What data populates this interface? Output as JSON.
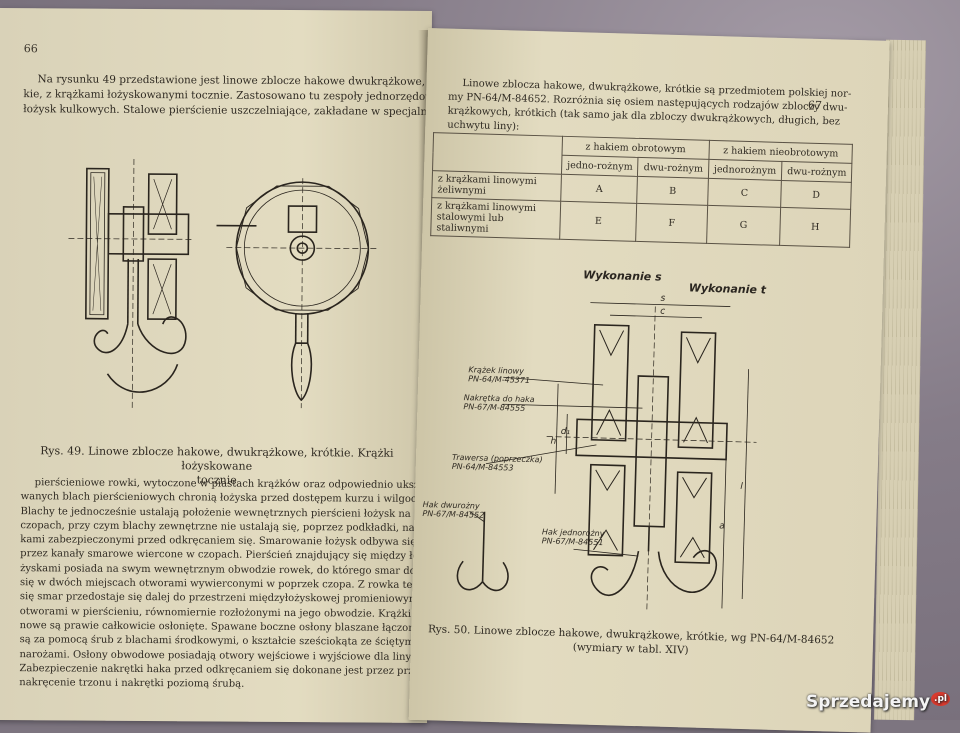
{
  "left_page": {
    "page_number": "66",
    "intro_lines": [
      "Na rysunku 49 przedstawione jest linowe zblocze hakowe dwukrążkowe, krót-",
      "kie, z krążkami łożyskowanymi tocznie. Zastosowano tu zespoły jednorzędowych",
      "łożysk kulkowych. Stalowe pierścienie uszczelniające, zakładane w specjalne"
    ],
    "figure_caption": [
      "Rys. 49. Linowe zblocze hakowe, dwukrążkowe, krótkie. Krążki łożyskowane",
      "tocznie"
    ],
    "body_lines": [
      "pierścieniowe rowki, wytoczone w piastach krążków oraz odpowiednio ukształto-",
      "wanych blach pierścieniowych chronią łożyska przed dostępem kurzu i wilgoci.",
      "Blachy te jednocześnie ustalają położenie wewnętrznych pierścieni łożysk na",
      "czopach, przy czym blachy zewnętrzne nie ustalają się, poprzez podkładki, nakręt-",
      "kami zabezpieczonymi przed odkręcaniem się. Smarowanie łożysk odbywa się",
      "przez kanały smarowe wiercone w czopach. Pierścień znajdujący się między ło-",
      "żyskami posiada na swym wewnętrznym obwodzie rowek, do którego smar dostaje",
      "się w dwóch miejscach otworami wywierconymi w poprzek czopa. Z rowka tego",
      "się smar przedostaje się dalej do przestrzeni międzyłożyskowej promieniowymi",
      "otworami w pierścieniu, równomiernie rozłożonymi na jego obwodzie. Krążki linowe",
      "nowe są prawie całkowicie osłonięte. Spawane boczne osłony blaszane łączone",
      "są za pomocą śrub z blachami środkowymi, o kształcie sześciokąta ze ściętymi",
      "narożami. Osłony obwodowe posiadają otwory wejściowe i wyjściowe dla liny.",
      "Zabezpieczenie nakrętki haka przed odkręcaniem się dokonane jest przez prze-",
      "nakręcenie trzonu i nakrętki poziomą śrubą."
    ]
  },
  "right_page": {
    "page_number": "67",
    "intro_lines": [
      "Linowe zblocza hakowe, dwukrążkowe, krótkie są przedmiotem polskiej nor-",
      "my PN-64/M-84652. Rozróżnia się osiem następujących rodzajów zbloczy dwu-",
      "krążkowych, krótkich (tak samo jak dla zbloczy dwukrążkowych, długich, bez",
      "uchwytu liny):"
    ],
    "table": {
      "group_headers": [
        "z hakiem obrotowym",
        "z hakiem nieobrotowym"
      ],
      "sub_headers": [
        "jedno-rożnym",
        "dwu-rożnym",
        "jednorożnym",
        "dwu-rożnym"
      ],
      "rows": [
        {
          "label": "z krążkami linowymi żeliwnymi",
          "cells": [
            "A",
            "B",
            "C",
            "D"
          ]
        },
        {
          "label": "z krążkami linowymi stalowymi lub staliwnymi",
          "cells": [
            "E",
            "F",
            "G",
            "H"
          ]
        }
      ]
    },
    "drawing": {
      "heading_s": "Wykonanie s",
      "heading_t": "Wykonanie t",
      "labels": {
        "krazek": [
          "Krążek linowy",
          "PN-64/M-45371"
        ],
        "nakretka": [
          "Nakrętka do haka",
          "PN-67/M-84555"
        ],
        "trawersa": [
          "Trawersa (poprzeczka)",
          "PN-64/M-84553"
        ],
        "hak_dwurozny": [
          "Hak dwurożny",
          "PN-67/M-84552"
        ],
        "hak_jednorozny": [
          "Hak jednorożny",
          "PN-67/M-84551"
        ]
      },
      "dimensions": {
        "s": "s",
        "c": "c",
        "h": "h",
        "d1": "d₁",
        "a": "a",
        "l": "l"
      }
    },
    "figure_caption": [
      "Rys. 50. Linowe zblocze hakowe, dwukrążkowe, krótkie, wg PN-64/M-84652",
      "(wymiary w tabl. XIV)"
    ]
  },
  "watermark": {
    "text": "Sprzedajemy",
    "suffix": ".pl"
  }
}
